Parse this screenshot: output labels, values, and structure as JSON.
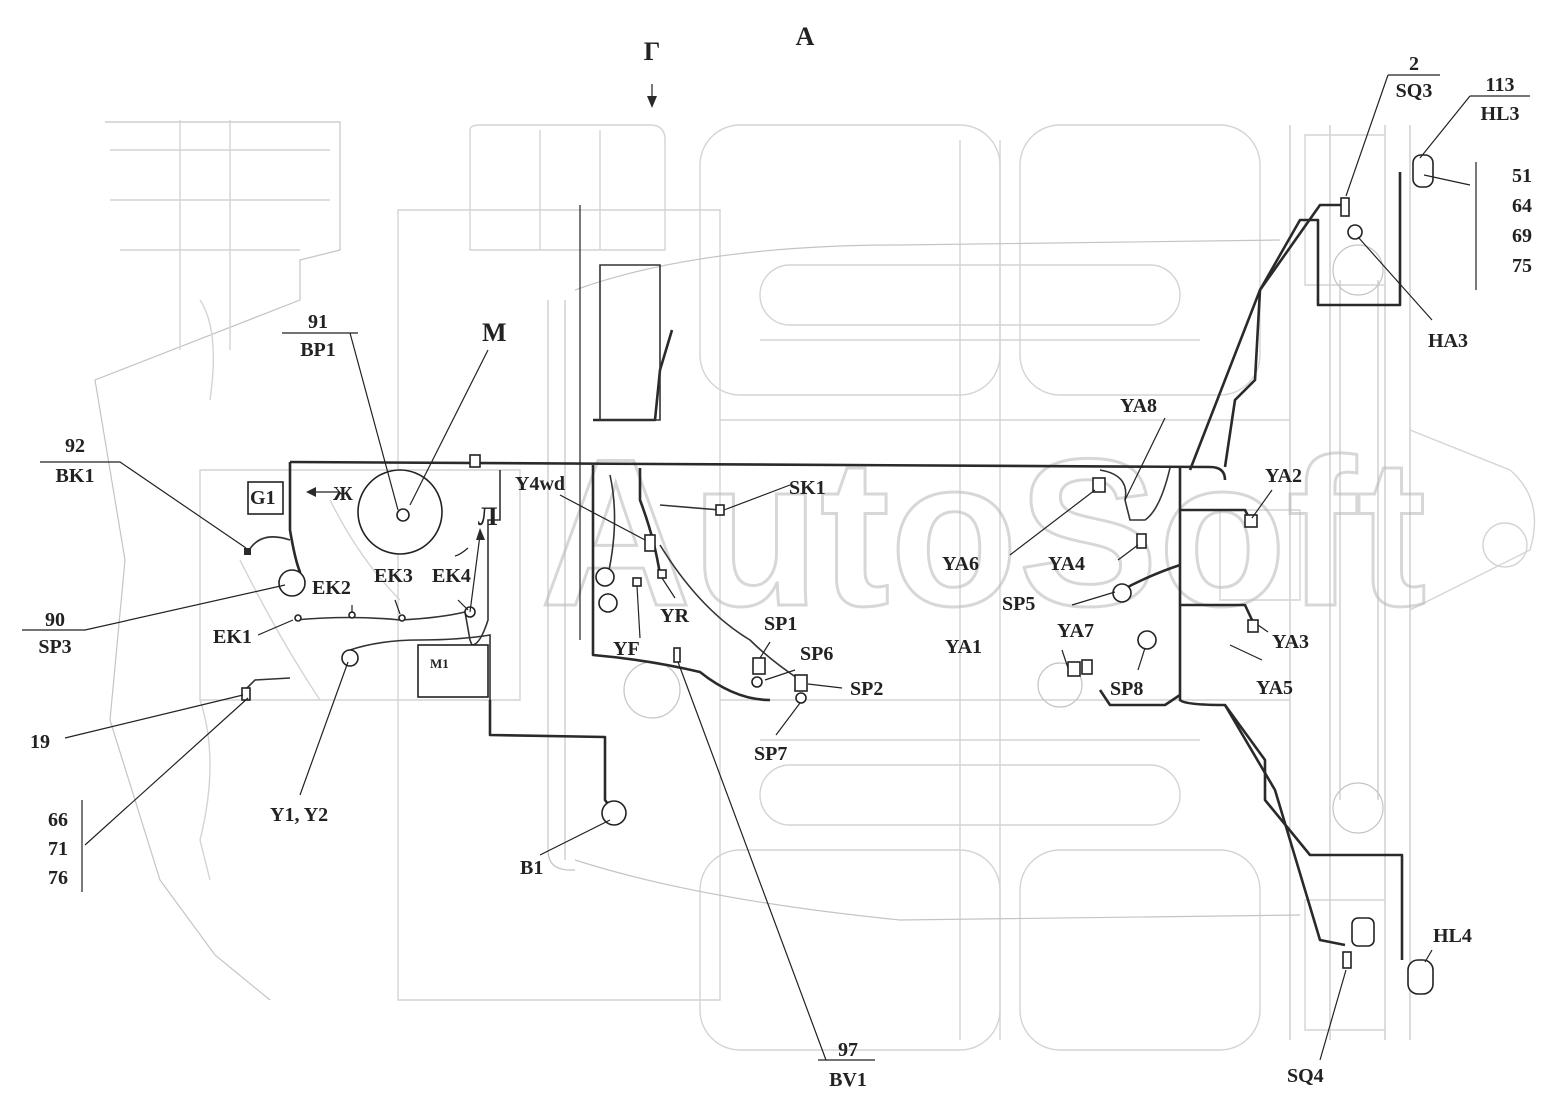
{
  "view": {
    "marker": "А",
    "arrow_label": "Г"
  },
  "watermark": "AutoSoft",
  "labels": {
    "sq3_num": "2",
    "sq3": "SQ3",
    "hl3_num": "113",
    "hl3": "HL3",
    "hl3_refs": [
      "51",
      "64",
      "69",
      "75"
    ],
    "ha3": "HA3",
    "bp1_num": "91",
    "bp1": "BP1",
    "m": "М",
    "bk1_num": "92",
    "bk1": "BK1",
    "g1": "G1",
    "zh": "Ж",
    "l": "Л",
    "y4wd": "Y4wd",
    "sk1": "SK1",
    "ya8": "YA8",
    "ya2": "YA2",
    "ya6": "YA6",
    "ya4": "YA4",
    "sp5": "SP5",
    "ya1": "YA1",
    "ya7": "YA7",
    "sp8": "SP8",
    "ya3": "YA3",
    "ya5": "YA5",
    "ek1": "EK1",
    "ek2": "EK2",
    "ek3": "EK3",
    "ek4": "EK4",
    "sp3_num": "90",
    "sp3": "SP3",
    "m1": "M1",
    "yf": "YF",
    "yr": "YR",
    "sp1": "SP1",
    "sp6": "SP6",
    "sp2": "SP2",
    "sp7": "SP7",
    "n19": "19",
    "y1y2": "Y1, Y2",
    "bottom_refs": [
      "66",
      "71",
      "76"
    ],
    "b1": "B1",
    "bv1_num": "97",
    "bv1": "BV1",
    "hl4": "HL4",
    "sq4": "SQ4"
  }
}
